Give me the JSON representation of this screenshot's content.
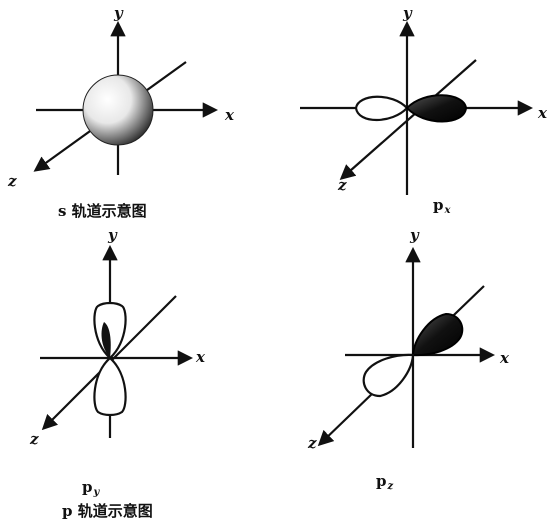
{
  "axis_labels": {
    "x": "x",
    "y": "y",
    "z": "z"
  },
  "panels": {
    "s": {
      "caption": "s 轨道示意图"
    },
    "px": {
      "caption_main": "p",
      "caption_sub": "x"
    },
    "py": {
      "caption_main": "p",
      "caption_sub": "y"
    },
    "pz": {
      "caption_main": "p",
      "caption_sub": "z"
    }
  },
  "group_caption": "p 轨道示意图"
}
